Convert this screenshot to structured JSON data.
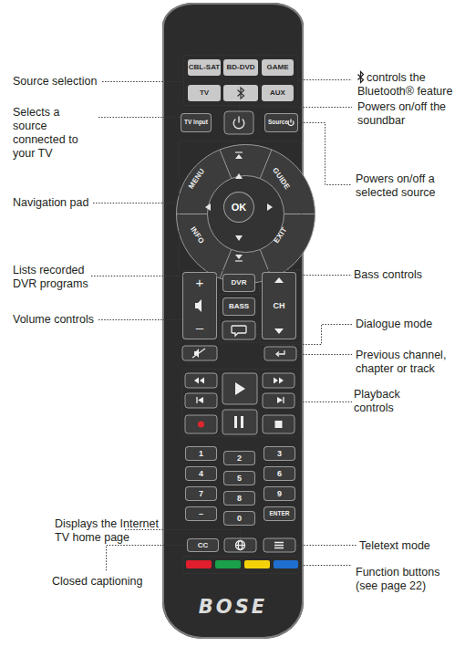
{
  "diagram": {
    "nodes": [
      {
        "text": [
          "BOSE"
        ]
      },
      {
        "text": [
          "CBL-SAT"
        ],
        "in": 0
      },
      {
        "text": [
          "BD-DVD"
        ],
        "in": 0
      },
      {
        "text": [
          "GAME"
        ],
        "in": 0
      },
      {
        "text": [
          "TV"
        ],
        "in": 0
      },
      {
        "text": [
          "AUX"
        ],
        "in": 0
      },
      {
        "text": [
          "TV Input"
        ],
        "in": 0
      },
      {
        "text": [
          "Source"
        ],
        "in": 0
      },
      {
        "text": [
          "MENU",
          "GUIDE",
          "INFO",
          "EXIT"
        ],
        "in": 0
      },
      {
        "text": [
          "OK"
        ],
        "in": 8
      },
      {
        "text": [
          "+",
          "–"
        ],
        "in": 0
      },
      {
        "text": [
          "DVR"
        ],
        "in": 0
      },
      {
        "text": [
          "BASS"
        ],
        "in": 0
      },
      {
        "text": [
          "CH"
        ],
        "in": 0
      },
      {
        "text": [
          "1"
        ],
        "in": 0
      },
      {
        "text": [
          "2"
        ],
        "in": 0
      },
      {
        "text": [
          "3"
        ],
        "in": 0
      },
      {
        "text": [
          "4"
        ],
        "in": 0
      },
      {
        "text": [
          "5"
        ],
        "in": 0
      },
      {
        "text": [
          "6"
        ],
        "in": 0
      },
      {
        "text": [
          "7"
        ],
        "in": 0
      },
      {
        "text": [
          "8"
        ],
        "in": 0
      },
      {
        "text": [
          "9"
        ],
        "in": 0
      },
      {
        "text": [
          "–"
        ],
        "in": 0
      },
      {
        "text": [
          "0"
        ],
        "in": 0
      },
      {
        "text": [
          "ENTER"
        ],
        "in": 0
      },
      {
        "text": [
          "CC"
        ],
        "in": 0
      }
    ],
    "labels": [
      "Source selection",
      "Selects a source connected to your TV",
      "Navigation pad",
      "Lists recorded DVR programs",
      "Volume controls",
      "Displays the Internet TV home page",
      "Closed captioning",
      "controls the Bluetooth® feature",
      "Powers on/off the soundbar",
      "Powers on/off a selected source",
      "Bass controls",
      "Dialogue mode",
      "Previous channel, chapter or track",
      "Playback controls",
      "Teletext mode",
      "Function buttons (see page 22)"
    ]
  }
}
